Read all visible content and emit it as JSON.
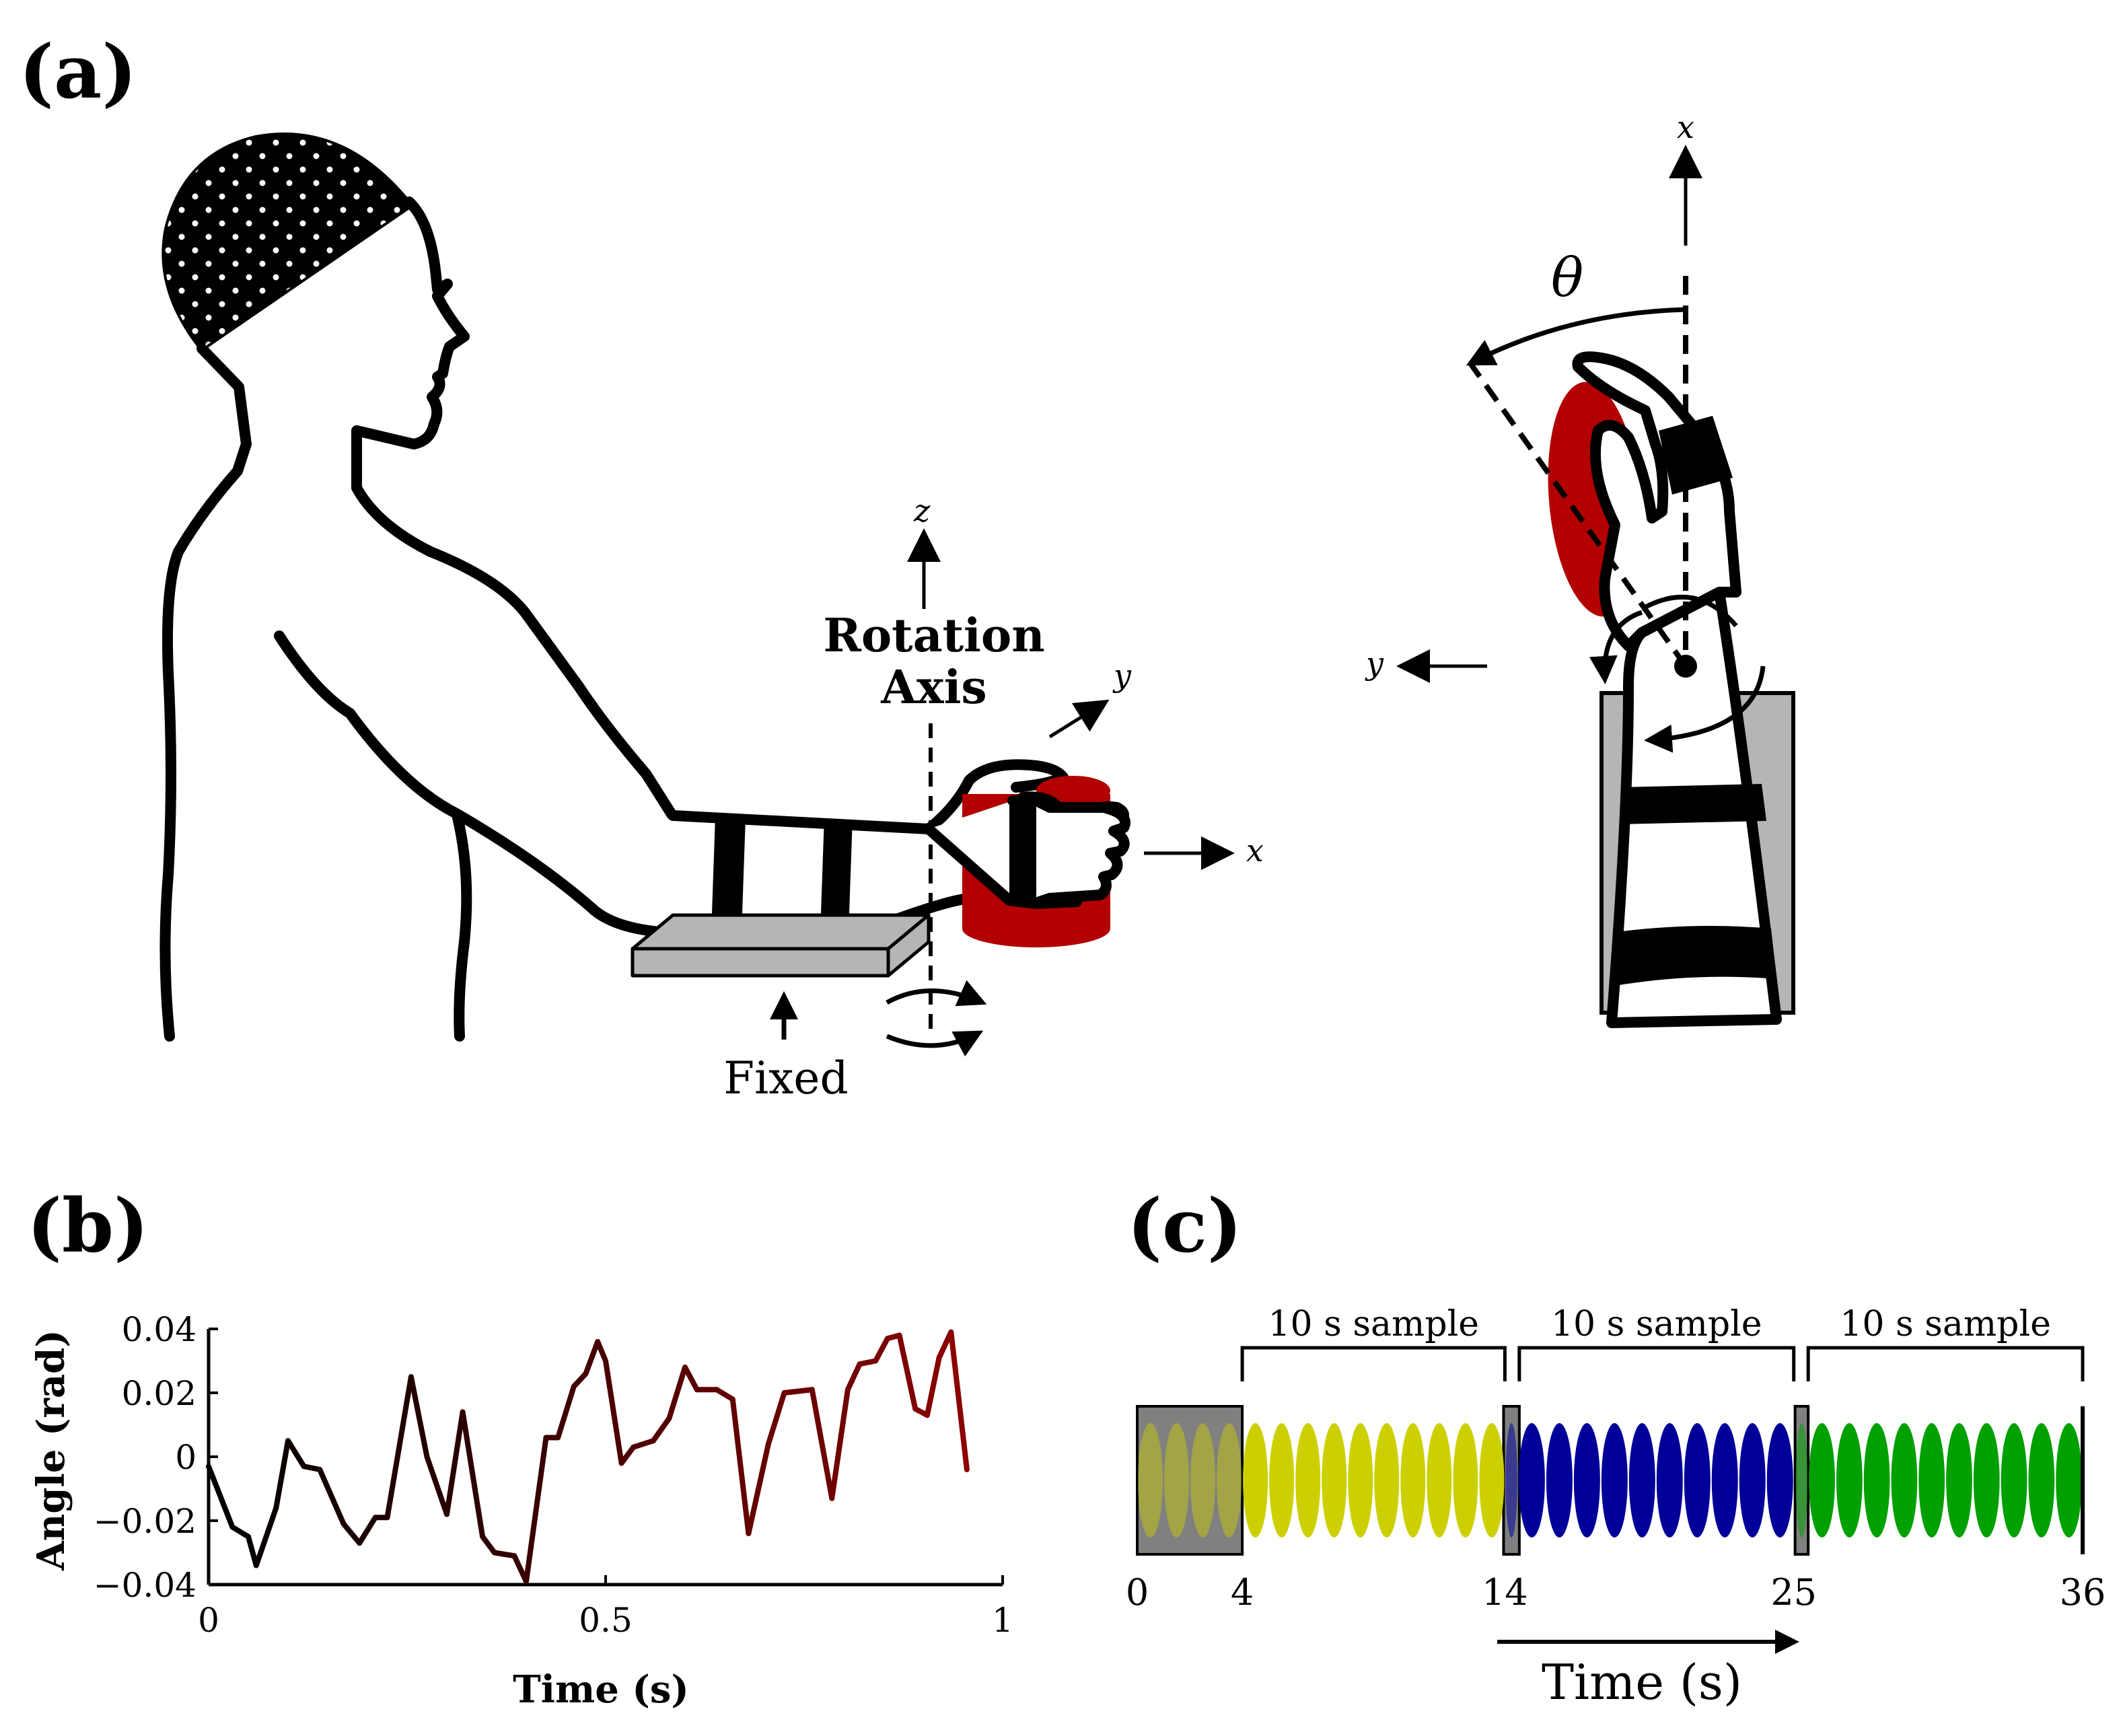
{
  "panel_a": {
    "label": "(a)",
    "rotation_axis_line1": "Rotation",
    "rotation_axis_line2": "Axis",
    "fixed_label": "Fixed",
    "axis_x": "x",
    "axis_y": "y",
    "axis_z": "z",
    "top_axis_x": "x",
    "top_axis_y": "y",
    "theta": "θ"
  },
  "panel_b": {
    "label": "(b)"
  },
  "panel_c": {
    "label": "(c)",
    "sample_labels": [
      "10 s sample",
      "10 s sample",
      "10 s sample"
    ],
    "tick_labels": [
      "0",
      "4",
      "14",
      "25",
      "36"
    ],
    "xlabel": "Time (s)"
  },
  "colors": {
    "stroke": "#000000",
    "red": "#b30000",
    "gray_plate": "#b5b5b5",
    "gray_box": "#808080",
    "yellow": "#cdd000",
    "blue": "#000099",
    "green": "#00a000"
  },
  "chart_data": {
    "type": "line",
    "title": "",
    "xlabel": "Time (s)",
    "ylabel": "Angle (rad)",
    "xlim": [
      0,
      1
    ],
    "ylim": [
      -0.04,
      0.04
    ],
    "xticks": [
      0,
      0.5,
      1
    ],
    "xtick_labels": [
      "0",
      "0.5",
      "1"
    ],
    "yticks": [
      -0.04,
      -0.02,
      0,
      0.02,
      0.04
    ],
    "ytick_labels": [
      "−0.04",
      "−0.02",
      "0",
      "0.02",
      "0.04"
    ],
    "color_start": "#000000",
    "color_end": "#8b0000",
    "x": [
      0.0,
      0.03,
      0.05,
      0.06,
      0.085,
      0.1,
      0.12,
      0.14,
      0.17,
      0.19,
      0.21,
      0.225,
      0.255,
      0.275,
      0.3,
      0.32,
      0.345,
      0.36,
      0.385,
      0.4,
      0.425,
      0.44,
      0.46,
      0.475,
      0.49,
      0.5,
      0.52,
      0.535,
      0.56,
      0.58,
      0.6,
      0.615,
      0.64,
      0.66,
      0.68,
      0.705,
      0.725,
      0.76,
      0.785,
      0.805,
      0.82,
      0.84,
      0.855,
      0.87,
      0.89,
      0.905,
      0.92,
      0.935,
      0.955
    ],
    "y": [
      -0.003,
      -0.022,
      -0.025,
      -0.034,
      -0.016,
      0.005,
      -0.003,
      -0.004,
      -0.021,
      -0.027,
      -0.019,
      -0.019,
      0.025,
      0.0,
      -0.018,
      0.014,
      -0.025,
      -0.03,
      -0.031,
      -0.039,
      0.006,
      0.006,
      0.022,
      0.026,
      0.036,
      0.03,
      -0.002,
      0.003,
      0.005,
      0.012,
      0.028,
      0.021,
      0.021,
      0.018,
      -0.024,
      0.004,
      0.02,
      0.021,
      -0.013,
      0.021,
      0.029,
      0.03,
      0.037,
      0.038,
      0.015,
      0.013,
      0.031,
      0.039,
      -0.004
    ]
  }
}
